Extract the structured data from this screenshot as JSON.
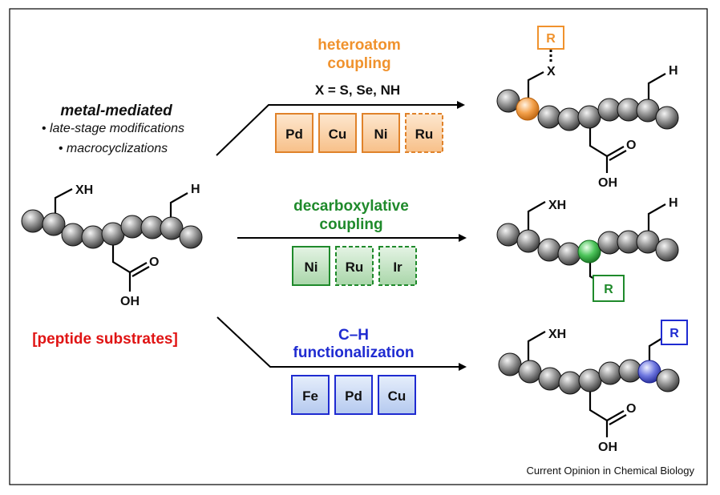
{
  "left_panel": {
    "heading": "metal-mediated",
    "bullets": [
      "• late-stage modifications",
      "• macrocyclizations"
    ],
    "substrate_label": "[peptide substrates]",
    "xh_label": "XH",
    "h_label": "H",
    "oh_label": "OH",
    "o_label": "O"
  },
  "heteroatom": {
    "title_line1": "heteroatom",
    "title_line2": "coupling",
    "condition": "X = S, Se, NH",
    "metals": [
      "Pd",
      "Cu",
      "Ni",
      "Ru"
    ],
    "product_r": "R",
    "product_x": "X",
    "product_h": "H",
    "product_o": "O",
    "product_oh": "OH",
    "color": "#F0922D"
  },
  "decarboxylative": {
    "title_line1": "decarboxylative",
    "title_line2": "coupling",
    "metals": [
      "Ni",
      "Ru",
      "Ir"
    ],
    "product_xh": "XH",
    "product_h": "H",
    "product_r": "R",
    "color": "#1F8A2B"
  },
  "ch": {
    "title_line1": "C–H",
    "title_line2": "functionalization",
    "metals": [
      "Fe",
      "Pd",
      "Cu"
    ],
    "product_xh": "XH",
    "product_r": "R",
    "product_o": "O",
    "product_oh": "OH",
    "color": "#1F2BD1"
  },
  "credit": "Current Opinion in Chemical Biology"
}
